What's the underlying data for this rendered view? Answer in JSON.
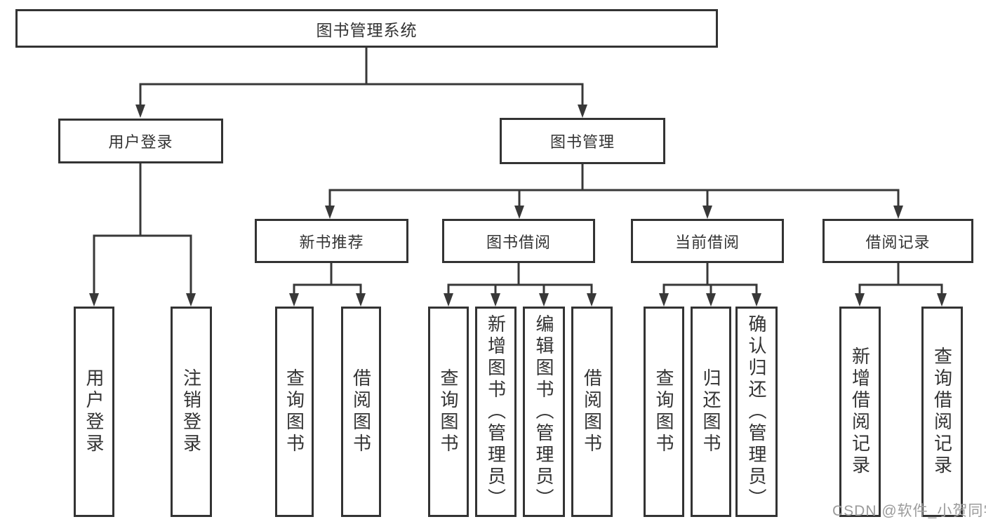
{
  "tree": {
    "root": {
      "label": "图书管理系统"
    },
    "branches": [
      {
        "label": "用户登录",
        "children": [
          {
            "label": "用户登录"
          },
          {
            "label": "注销登录"
          }
        ]
      },
      {
        "label": "图书管理",
        "children": [
          {
            "label": "新书推荐",
            "children": [
              {
                "label": "查询图书"
              },
              {
                "label": "借阅图书"
              }
            ]
          },
          {
            "label": "图书借阅",
            "children": [
              {
                "label": "查询图书"
              },
              {
                "label": "新增图书（管理员）"
              },
              {
                "label": "编辑图书（管理员）"
              },
              {
                "label": "借阅图书"
              }
            ]
          },
          {
            "label": "当前借阅",
            "children": [
              {
                "label": "查询图书"
              },
              {
                "label": "归还图书"
              },
              {
                "label": "确认归还（管理员）"
              }
            ]
          },
          {
            "label": "借阅记录",
            "children": [
              {
                "label": "新增借阅记录"
              },
              {
                "label": "查询借阅记录"
              }
            ]
          }
        ]
      }
    ]
  },
  "watermark": {
    "text": "CSDN @软件_小贺同学"
  },
  "colors": {
    "line": "#383838",
    "border": "#333333",
    "text": "#333333",
    "watermark": "#9b9b9b",
    "background": "#ffffff"
  }
}
